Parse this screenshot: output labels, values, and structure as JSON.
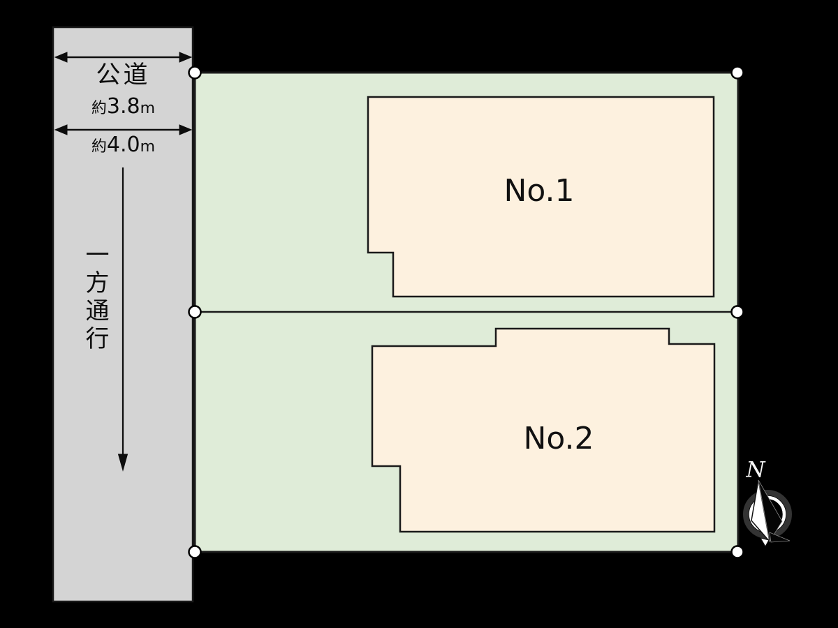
{
  "colors": {
    "background": "#000000",
    "road_fill": "#d4d4d4",
    "plot_fill": "#dfecd8",
    "building_fill": "#fdf1df",
    "line": "#1a1a1a",
    "marker_fill": "#ffffff"
  },
  "road": {
    "label": "公道",
    "width_labels": [
      {
        "approx": "約",
        "value": "3.8",
        "unit": "m"
      },
      {
        "approx": "約",
        "value": "4.0",
        "unit": "m"
      }
    ],
    "one_way_label": "一方通行"
  },
  "plots": [
    {
      "label": "No.1"
    },
    {
      "label": "No.2"
    }
  ],
  "compass": {
    "north_label": "N"
  }
}
